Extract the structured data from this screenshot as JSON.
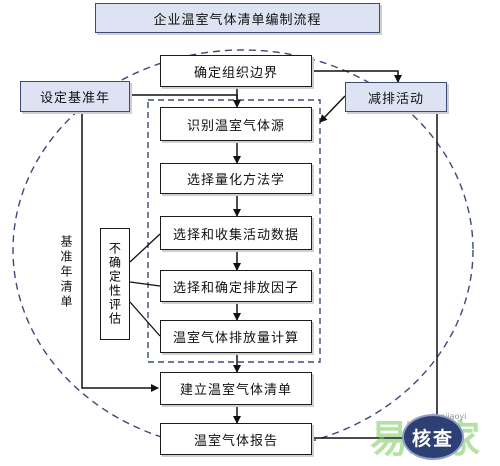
{
  "title": "企业温室气体清单编制流程",
  "steps": {
    "boundary": "确定组织边界",
    "identify": "识别温室气体源",
    "method": "选择量化方法学",
    "collect": "选择和收集活动数据",
    "factor": "选择和确定排放因子",
    "calc": "温室气体排放量计算",
    "inventory": "建立温室气体清单",
    "report": "温室气体报告"
  },
  "side": {
    "base_year": "设定基准年",
    "reduction": "减排活动",
    "base_inventory": "基准年清单",
    "uncertainty": "不确定性评估"
  },
  "verify": "核查",
  "watermark": {
    "brand": "易碳家",
    "url": "tanjiaoyi"
  }
}
